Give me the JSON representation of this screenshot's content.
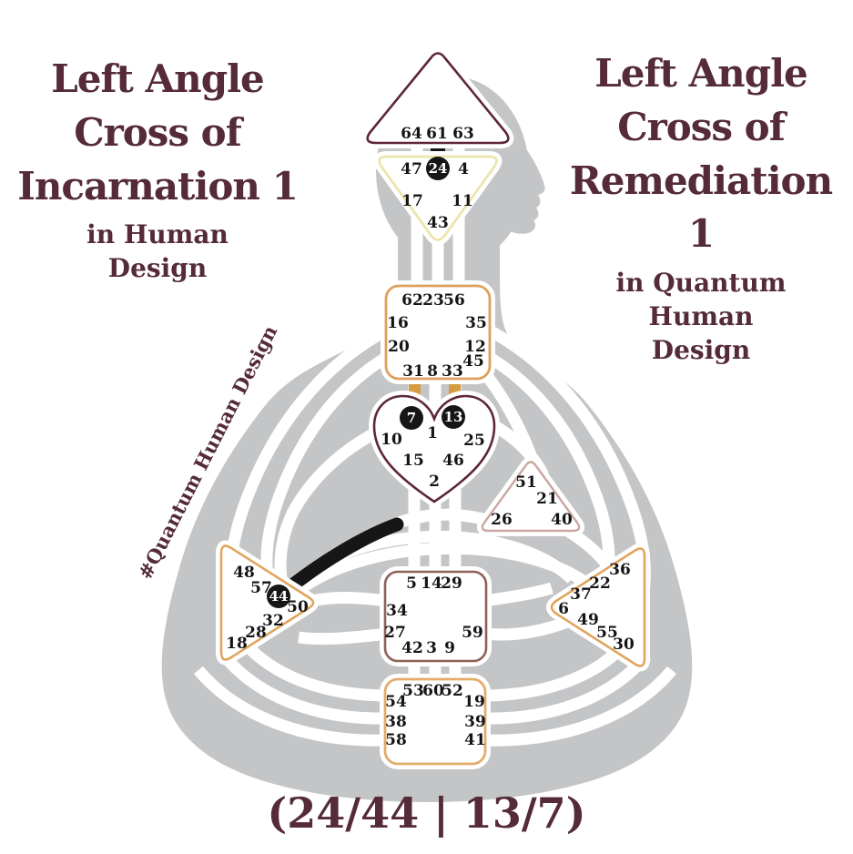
{
  "left_title": {
    "lines": [
      "Left Angle",
      "Cross of",
      "Incarnation 1"
    ],
    "sub": [
      "in Human",
      "Design"
    ]
  },
  "right_title": {
    "lines": [
      "Left Angle",
      "Cross of",
      "Remediation 1"
    ],
    "sub": [
      "in Quantum",
      "Human",
      "Design"
    ]
  },
  "hashtag": "#Quantum Human Design",
  "cross_notation": "(24/44 | 13/7)",
  "activated_gates": [
    "24",
    "44",
    "13",
    "7"
  ],
  "colors": {
    "title_maroon": "#552b39",
    "body_gray": "#c4c5c7",
    "head_border": "#5d2737",
    "ajna_border": "#ece5ad",
    "throat_border": "#dda05c",
    "g_border": "#5d2737",
    "will_border": "#c9a8a0",
    "spleen_border": "#e0a55e",
    "solar_border": "#e0a55e",
    "sacral_border": "#8d6157",
    "root_border": "#e3ac6b",
    "activation_black": "#161616",
    "gold_bar": "#d69c3e"
  },
  "centers": {
    "head": {
      "gates": [
        "64",
        "61",
        "63"
      ]
    },
    "ajna": {
      "gates": [
        "47",
        "24",
        "4",
        "17",
        "11",
        "43"
      ]
    },
    "throat": {
      "gates": [
        "62",
        "23",
        "56",
        "16",
        "35",
        "20",
        "12",
        "45",
        "31",
        "8",
        "33"
      ]
    },
    "g": {
      "gates": [
        "7",
        "13",
        "1",
        "10",
        "25",
        "15",
        "46",
        "2"
      ]
    },
    "will": {
      "gates": [
        "51",
        "21",
        "26",
        "40"
      ]
    },
    "spleen": {
      "gates": [
        "48",
        "57",
        "44",
        "50",
        "32",
        "28",
        "18"
      ]
    },
    "sacral": {
      "gates": [
        "5",
        "14",
        "29",
        "34",
        "27",
        "59",
        "42",
        "3",
        "9"
      ]
    },
    "solar": {
      "gates": [
        "36",
        "22",
        "37",
        "6",
        "49",
        "55",
        "30"
      ]
    },
    "root": {
      "gates": [
        "53",
        "60",
        "52",
        "54",
        "19",
        "38",
        "39",
        "58",
        "41"
      ]
    }
  }
}
